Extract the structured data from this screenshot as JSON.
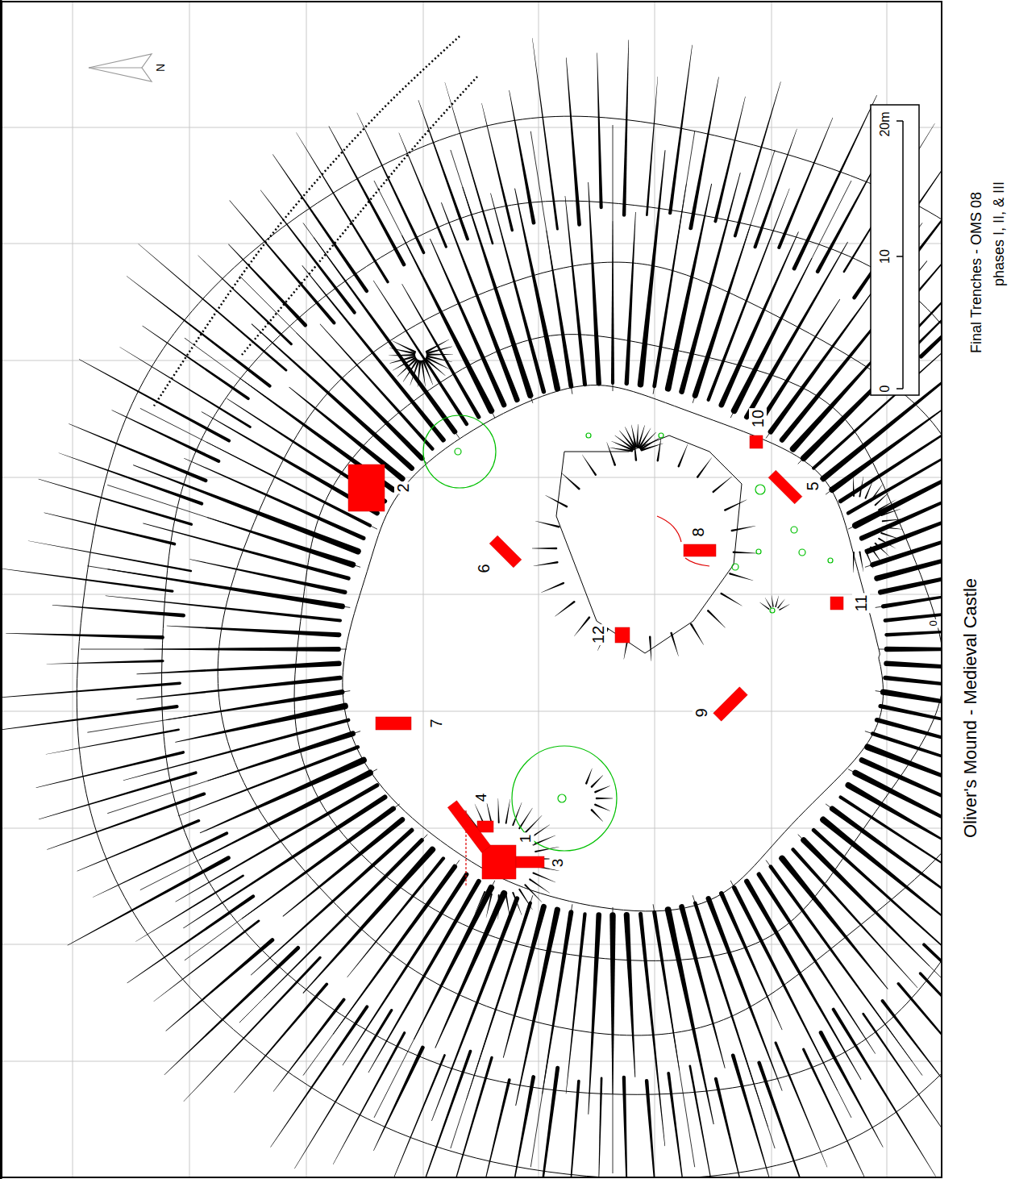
{
  "diagram": {
    "title": "Oliver's Mound - Medieval Castle",
    "labels": [
      "Final Trenches - OMS 08",
      "phases I, II, & III",
      "0",
      "10",
      "20m",
      "N",
      "1",
      "2",
      "3",
      "4",
      "5",
      "6",
      "7",
      "8",
      "9",
      "10",
      "11",
      "12",
      "0"
    ]
  }
}
